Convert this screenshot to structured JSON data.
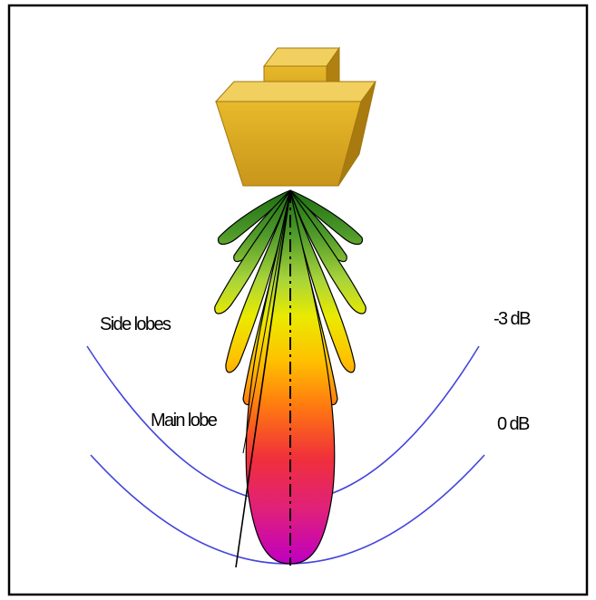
{
  "diagram": {
    "labels": {
      "side_lobes": "Side lobes",
      "main_lobe": "Main lobe",
      "minus_3db": "-3 dB",
      "zero_db": "0 dB"
    },
    "colors": {
      "frame": "#000000",
      "transducer": "#d9aa1a",
      "db_arcs": "#4444dd",
      "lobe_outline": "#000000",
      "lobe_gradient": [
        "#1d6e12",
        "#7cc440",
        "#e8e800",
        "#ffb000",
        "#ff5020",
        "#e0207a",
        "#c400c0"
      ]
    }
  }
}
